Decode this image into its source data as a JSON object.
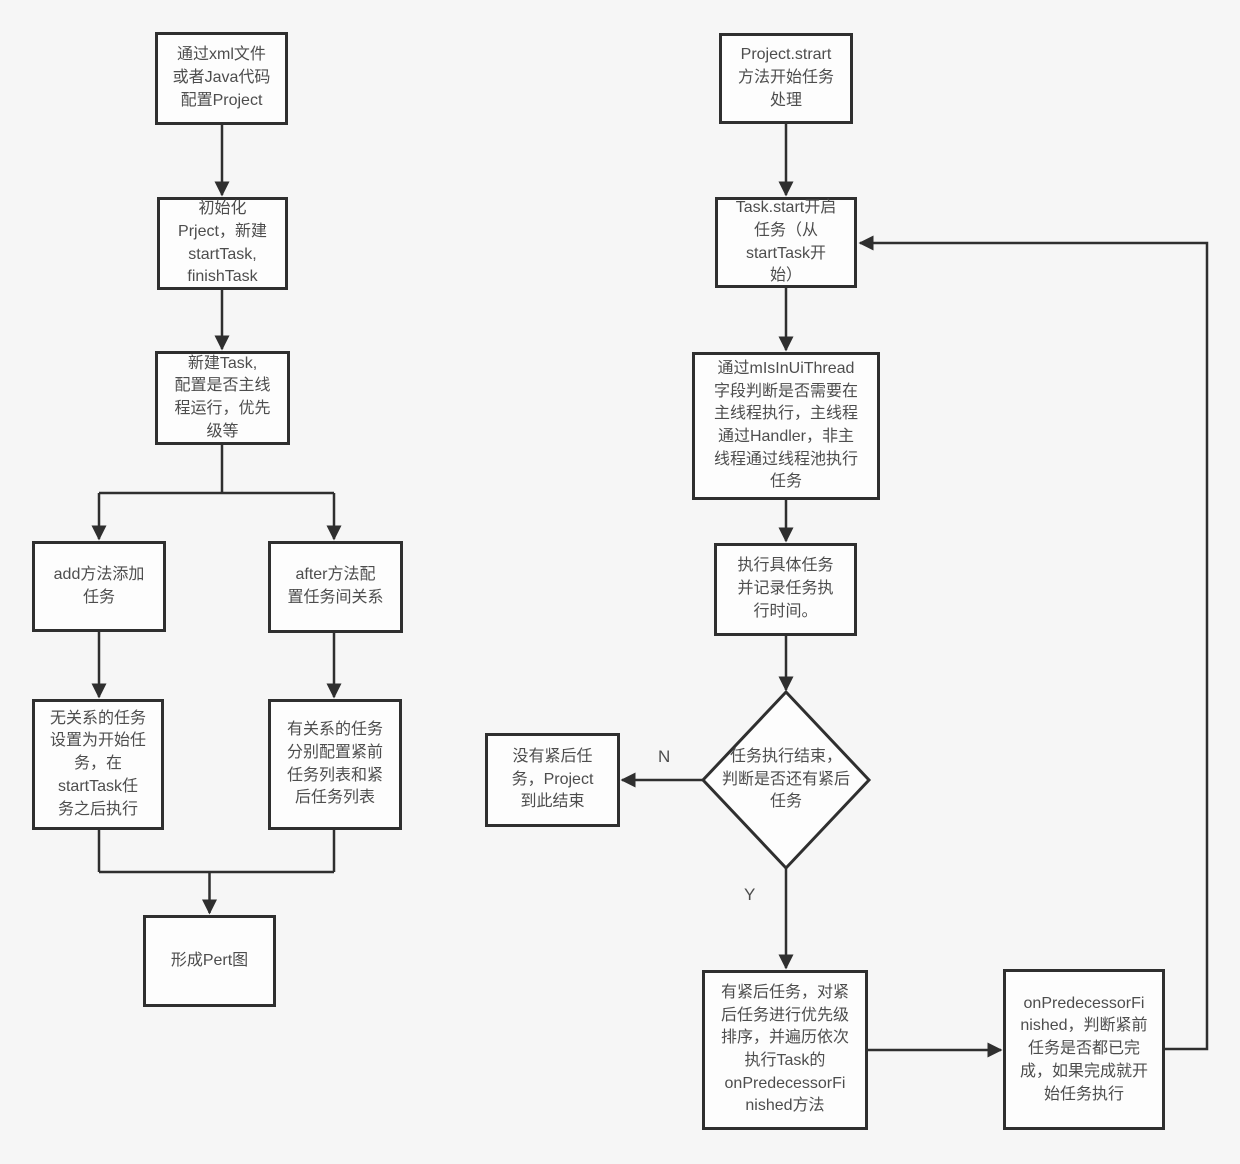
{
  "diagram": {
    "colors": {
      "background": "#f6f6f6",
      "node_fill": "#fdfdfd",
      "stroke": "#2f2f2f",
      "text": "#4d4d4d"
    },
    "nodes": {
      "config_project": {
        "label": "通过xml文件\n或者Java代码\n配置Project"
      },
      "init_project": {
        "label": "初始化\nPrject，新建\nstartTask,\nfinishTask"
      },
      "create_task": {
        "label": "新建Task,\n配置是否主线\n程运行，优先\n级等"
      },
      "add_method": {
        "label": "add方法添加\n任务"
      },
      "after_method": {
        "label": "after方法配\n置任务间关系"
      },
      "no_relation": {
        "label": "无关系的任务\n设置为开始任\n务，在\nstartTask任\n务之后执行"
      },
      "has_relation": {
        "label": "有关系的任务\n分别配置紧前\n任务列表和紧\n后任务列表"
      },
      "pert": {
        "label": "形成Pert图"
      },
      "project_start": {
        "label": "Project.strart\n方法开始任务\n处理"
      },
      "task_start": {
        "label": "Task.start开启\n任务（从\nstartTask开\n始）"
      },
      "ui_thread": {
        "label": "通过mIsInUiThread\n字段判断是否需要在\n主线程执行，主线程\n通过Handler，非主\n线程通过线程池执行\n任务"
      },
      "execute_task": {
        "label": "执行具体任务\n并记录任务执\n行时间。"
      },
      "decision": {
        "label": "任务执行结束，\n判断是否还有紧后\n任务"
      },
      "no_successor": {
        "label": "没有紧后任\n务，Project\n到此结束"
      },
      "has_successor": {
        "label": "有紧后任务，对紧\n后任务进行优先级\n排序，并遍历依次\n执行Task的\nonPredecessorFi\nnished方法"
      },
      "on_predecessor": {
        "label": "onPredecessorFi\nnished，判断紧前\n任务是否都已完\n成，如果完成就开\n始任务执行"
      }
    },
    "edge_labels": {
      "no": "N",
      "yes": "Y"
    },
    "edges": [
      {
        "from": "config_project",
        "to": "init_project"
      },
      {
        "from": "init_project",
        "to": "create_task"
      },
      {
        "from": "create_task",
        "to": "add_method"
      },
      {
        "from": "create_task",
        "to": "after_method"
      },
      {
        "from": "add_method",
        "to": "no_relation"
      },
      {
        "from": "after_method",
        "to": "has_relation"
      },
      {
        "from": "no_relation",
        "to": "pert"
      },
      {
        "from": "has_relation",
        "to": "pert"
      },
      {
        "from": "project_start",
        "to": "task_start"
      },
      {
        "from": "task_start",
        "to": "ui_thread"
      },
      {
        "from": "ui_thread",
        "to": "execute_task"
      },
      {
        "from": "execute_task",
        "to": "decision"
      },
      {
        "from": "decision",
        "to": "no_successor",
        "label": "N"
      },
      {
        "from": "decision",
        "to": "has_successor",
        "label": "Y"
      },
      {
        "from": "has_successor",
        "to": "on_predecessor"
      },
      {
        "from": "on_predecessor",
        "to": "task_start"
      }
    ]
  }
}
